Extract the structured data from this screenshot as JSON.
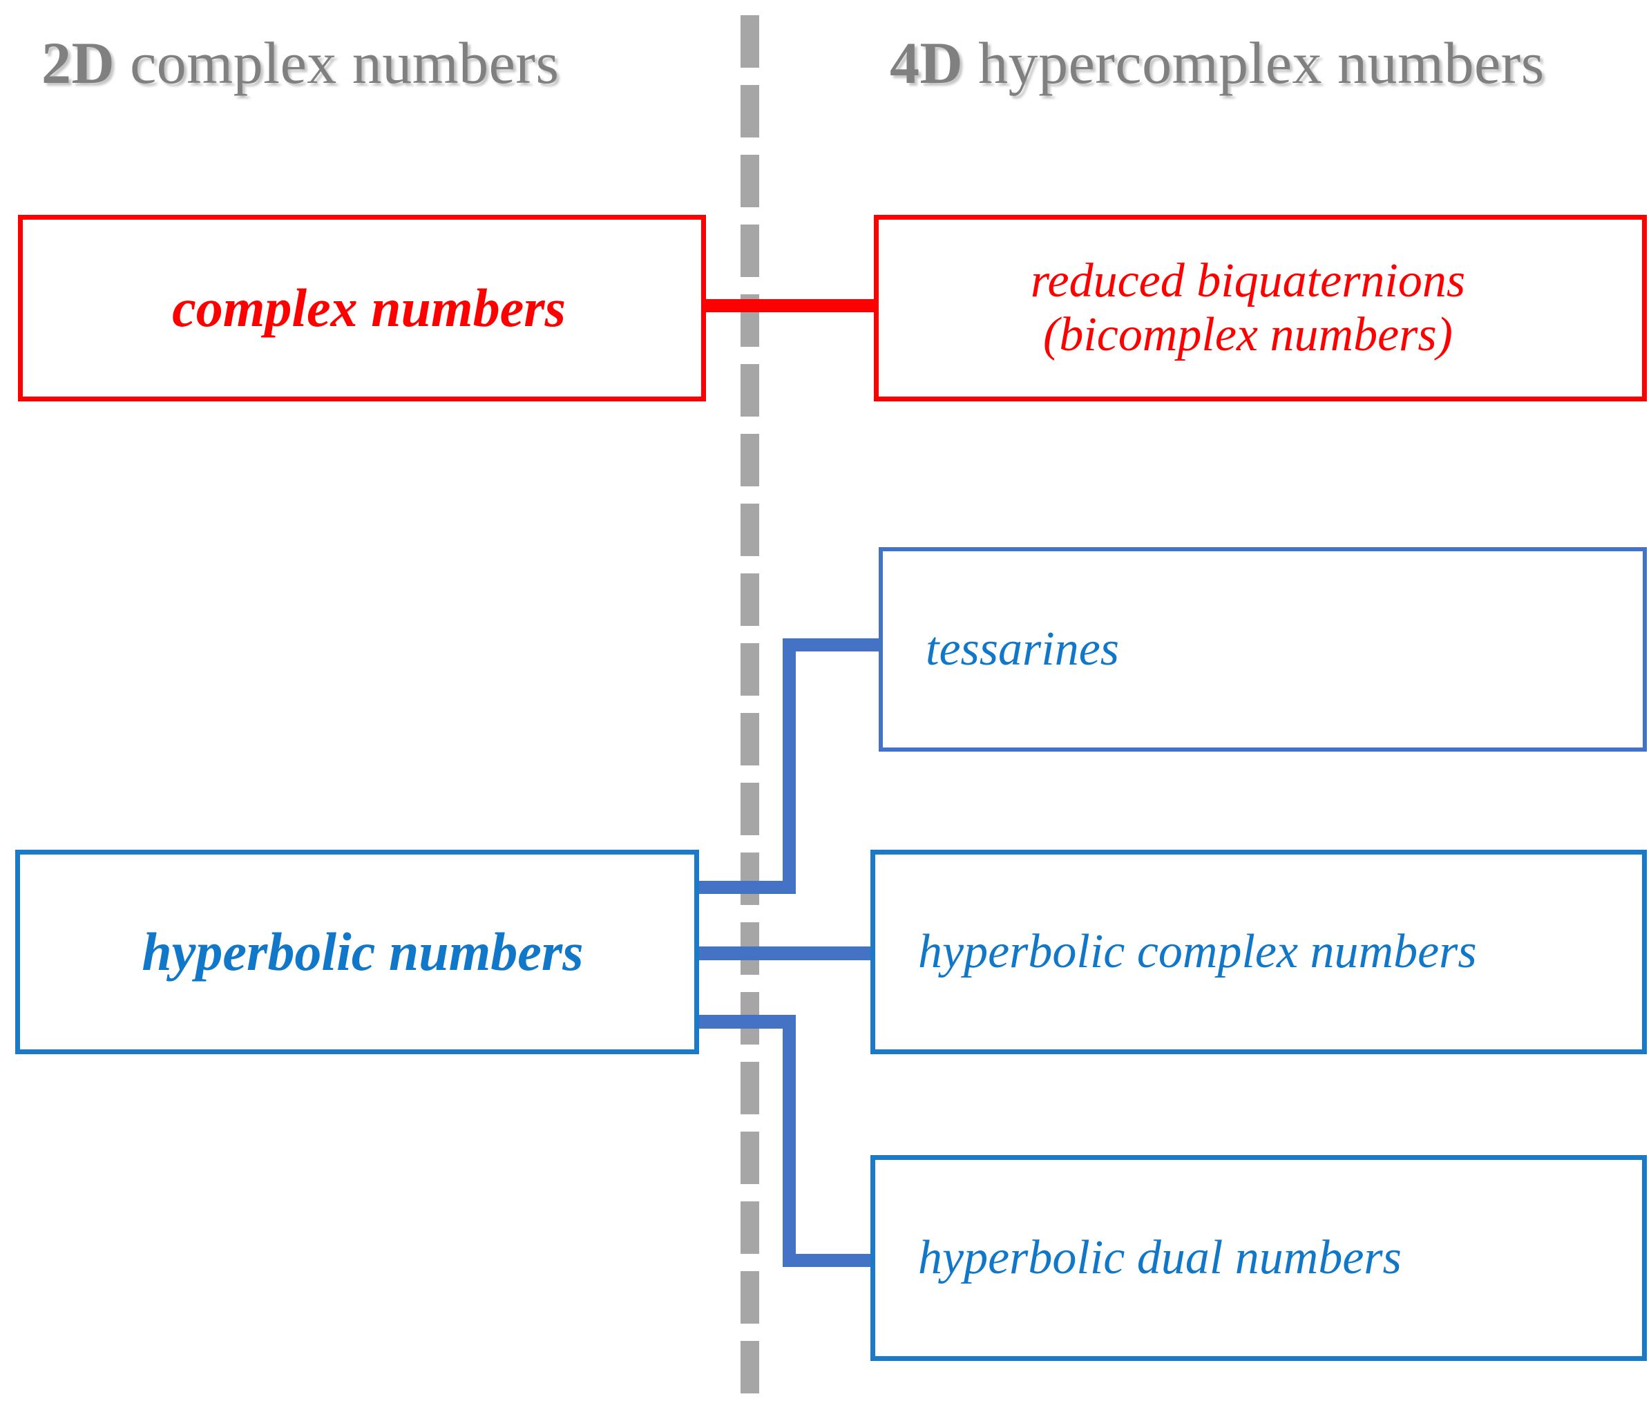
{
  "headings": {
    "left": {
      "dim": "2D",
      "rest": " complex numbers"
    },
    "right": {
      "dim": "4D",
      "rest": " hypercomplex numbers"
    }
  },
  "colors": {
    "red": "#FF0000",
    "blue_bright": "#1B7AC8",
    "blue_connector": "#4472C4",
    "text_blue": "#1177C8",
    "heading_gray": "#808080",
    "divider_gray": "#A6A6A6",
    "background": "#FFFFFF"
  },
  "divider": {
    "style": "dashed-vertical",
    "color": "#A6A6A6"
  },
  "nodes": [
    {
      "id": "complex-numbers",
      "label": "complex numbers",
      "column": "2D",
      "color": "red",
      "emphasis": "bold-italic"
    },
    {
      "id": "reduced-biquaternions",
      "label": "reduced biquaternions\n(bicomplex numbers)",
      "column": "4D",
      "color": "red",
      "emphasis": "italic"
    },
    {
      "id": "tessarines",
      "label": "tessarines",
      "column": "4D",
      "color": "blue",
      "emphasis": "italic"
    },
    {
      "id": "hyperbolic-numbers",
      "label": "hyperbolic numbers",
      "column": "2D",
      "color": "blue",
      "emphasis": "bold-italic"
    },
    {
      "id": "hyperbolic-complex-numbers",
      "label": "hyperbolic complex numbers",
      "column": "4D",
      "color": "blue",
      "emphasis": "italic"
    },
    {
      "id": "hyperbolic-dual-numbers",
      "label": "hyperbolic dual numbers",
      "column": "4D",
      "color": "blue",
      "emphasis": "italic"
    }
  ],
  "connections": [
    {
      "from": "complex-numbers",
      "to": "reduced-biquaternions",
      "color": "red"
    },
    {
      "from": "hyperbolic-numbers",
      "to": "tessarines",
      "color": "blue"
    },
    {
      "from": "hyperbolic-numbers",
      "to": "hyperbolic-complex-numbers",
      "color": "blue"
    },
    {
      "from": "hyperbolic-numbers",
      "to": "hyperbolic-dual-numbers",
      "color": "blue"
    }
  ]
}
